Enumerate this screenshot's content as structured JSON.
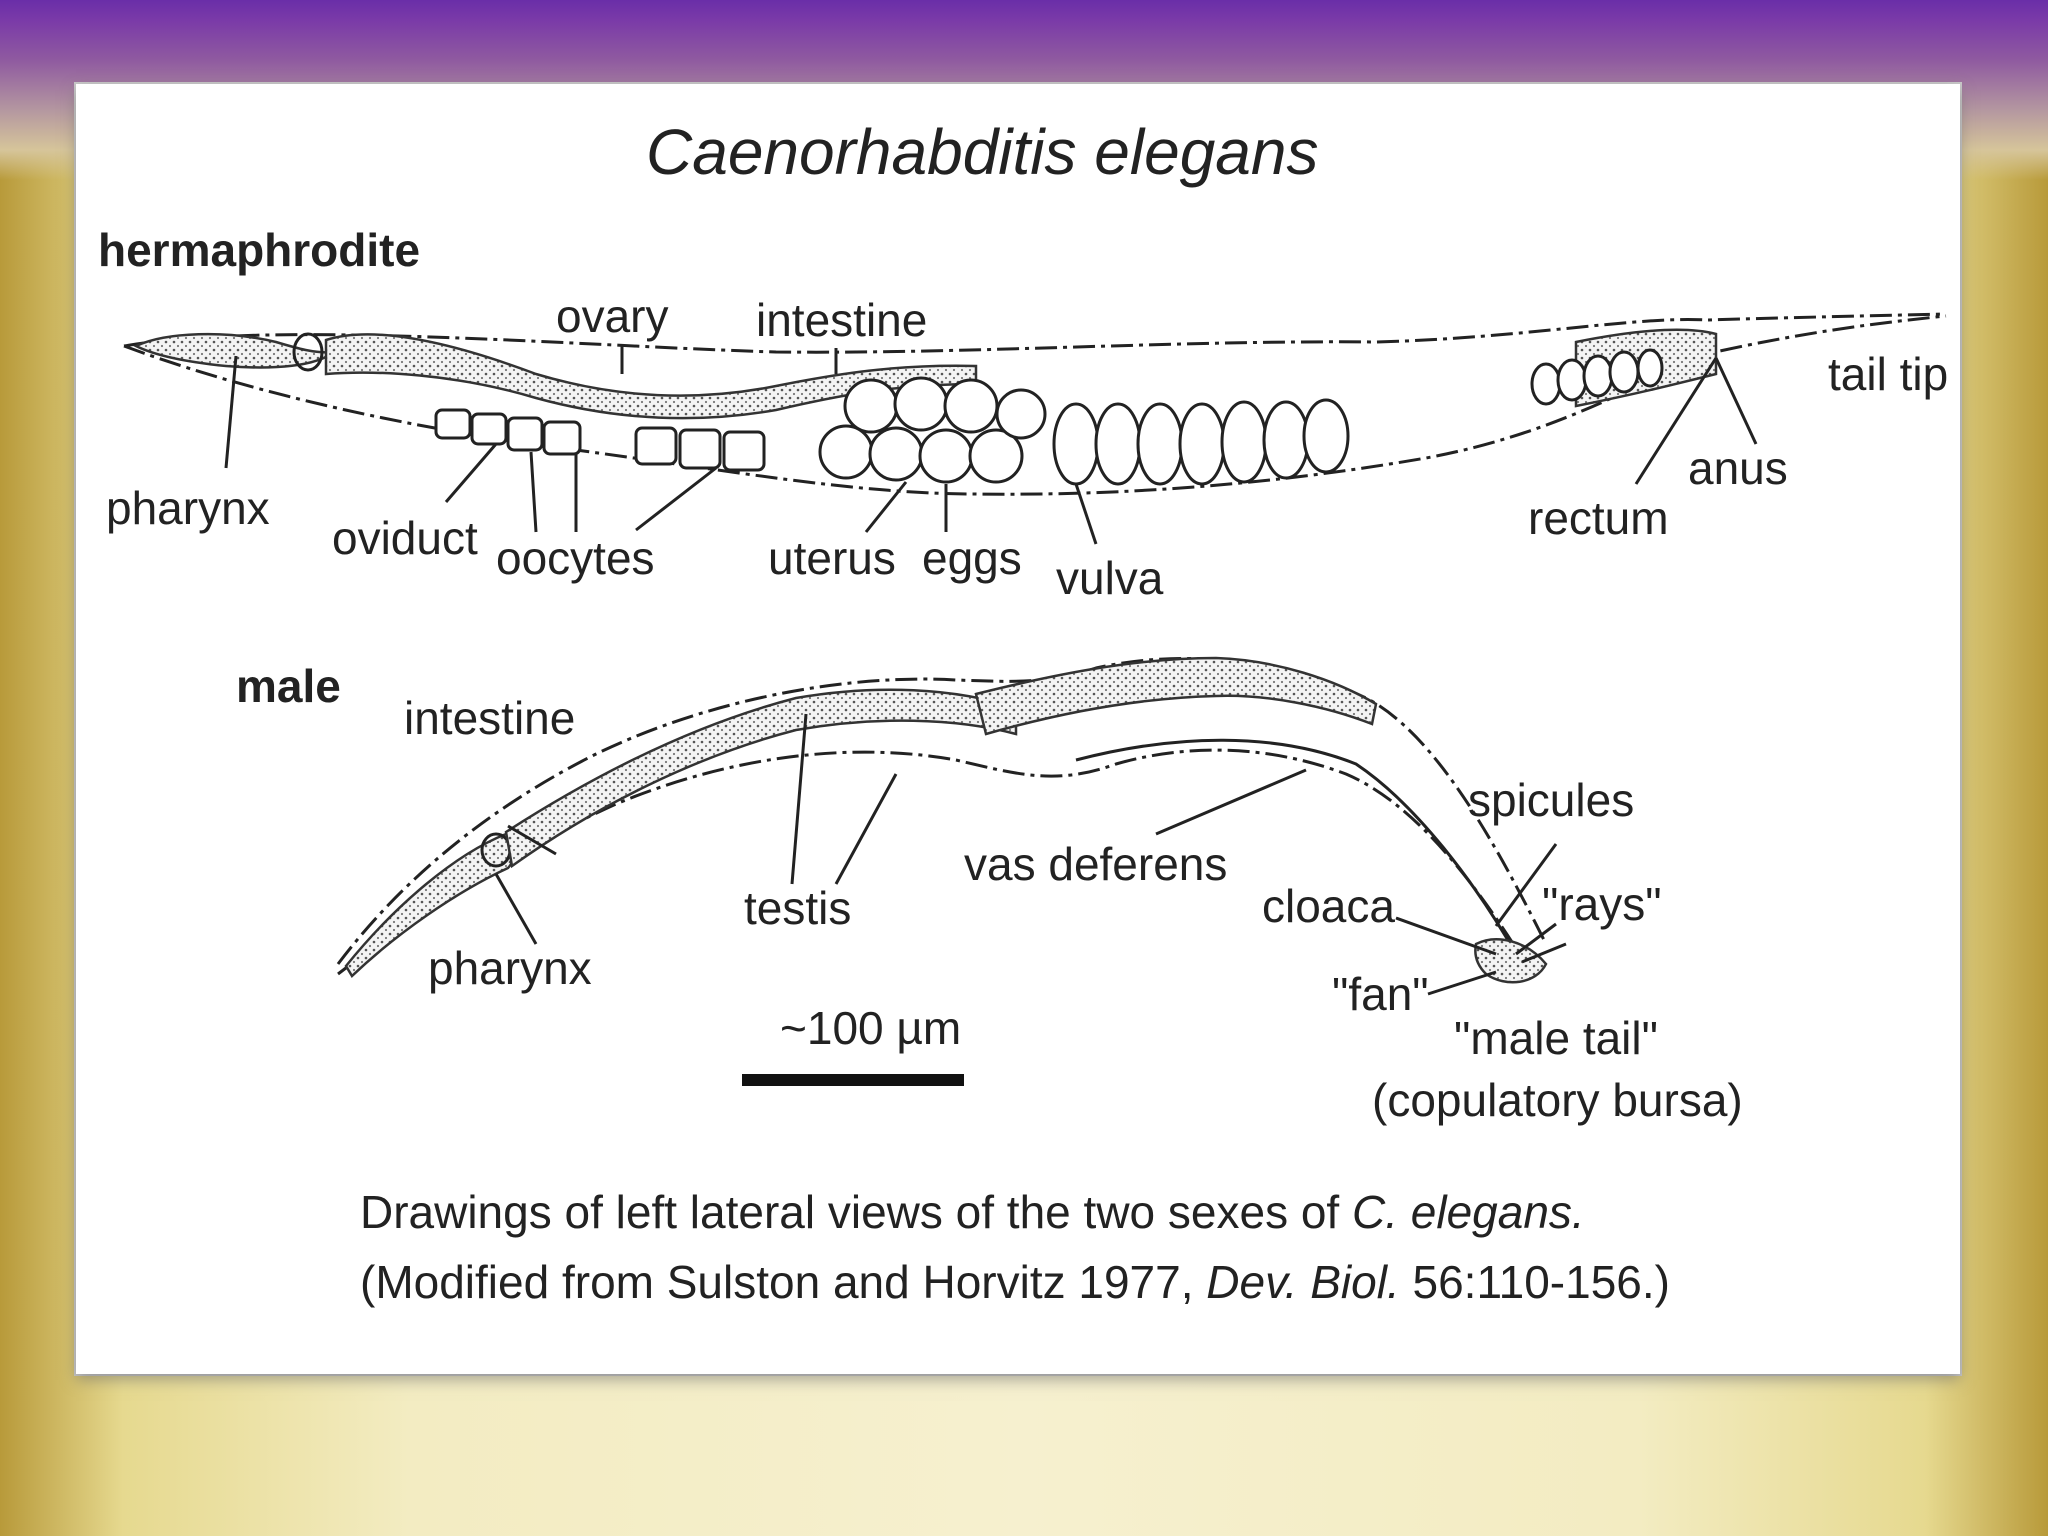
{
  "title": "Caenorhabditis elegans",
  "hermaphrodite": {
    "heading": "hermaphrodite",
    "labels": {
      "ovary": "ovary",
      "intestine": "intestine",
      "tail_tip": "tail tip",
      "pharynx": "pharynx",
      "oviduct": "oviduct",
      "oocytes": "oocytes",
      "uterus": "uterus",
      "eggs": "eggs",
      "vulva": "vulva",
      "rectum": "rectum",
      "anus": "anus"
    }
  },
  "male": {
    "heading": "male",
    "labels": {
      "intestine": "intestine",
      "pharynx": "pharynx",
      "testis": "testis",
      "vas_deferens": "vas deferens",
      "spicules": "spicules",
      "cloaca": "cloaca",
      "rays": "\"rays\"",
      "fan": "\"fan\"",
      "male_tail": "\"male tail\"",
      "copulatory_bursa": "(copulatory bursa)"
    }
  },
  "scale_bar": "~100 µm",
  "caption": {
    "line1_pre": "Drawings of left lateral views of the two sexes of ",
    "line1_italic": "C. elegans.",
    "line2_pre": "(Modified from Sulston and Horvitz 1977, ",
    "line2_italic": "Dev. Biol.",
    "line2_post": " 56:110-156.)"
  }
}
